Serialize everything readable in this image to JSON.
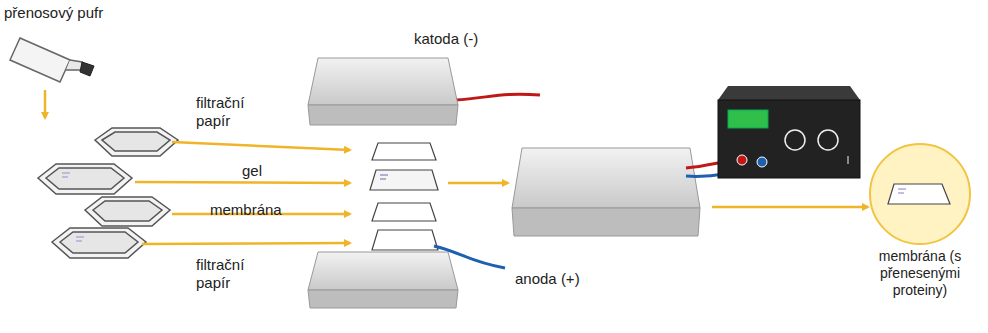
{
  "diagram": {
    "nodes": [
      {
        "text": [
          "membrána (s přenesenými proteiny)"
        ]
      }
    ],
    "labels": [
      "přenosový pufr",
      "filtrační papír",
      "gel",
      "membrána",
      "filtrační papír",
      "katoda (-)",
      "anoda (+)"
    ]
  }
}
